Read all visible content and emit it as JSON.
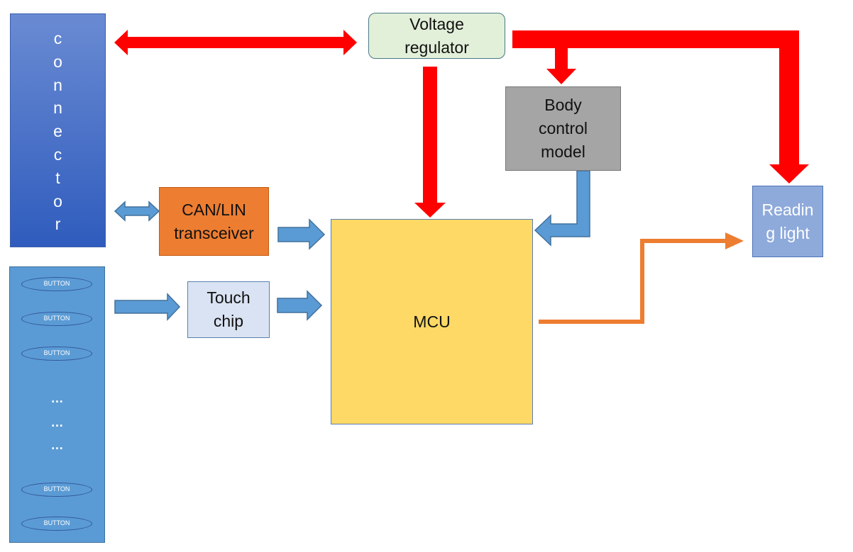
{
  "diagram": {
    "connector": {
      "letters": [
        "c",
        "o",
        "n",
        "n",
        "e",
        "c",
        "t",
        "o",
        "r"
      ]
    },
    "voltage_regulator": {
      "label": "Voltage regulator"
    },
    "body_control": {
      "label": "Body control model"
    },
    "can_lin": {
      "label": "CAN/LIN transceiver"
    },
    "touch_chip": {
      "label": "Touch chip"
    },
    "mcu": {
      "label": "MCU"
    },
    "reading_light": {
      "label": "Readin g light"
    },
    "buttons": {
      "items": [
        "BUTTON",
        "BUTTON",
        "BUTTON",
        "BUTTON",
        "BUTTON"
      ],
      "ellipsis": [
        "…",
        "…",
        "…"
      ]
    }
  },
  "colors": {
    "power_arrow": "#ff0000",
    "signal_arrow": "#5b9bd5",
    "output_arrow": "#ed7d31"
  }
}
